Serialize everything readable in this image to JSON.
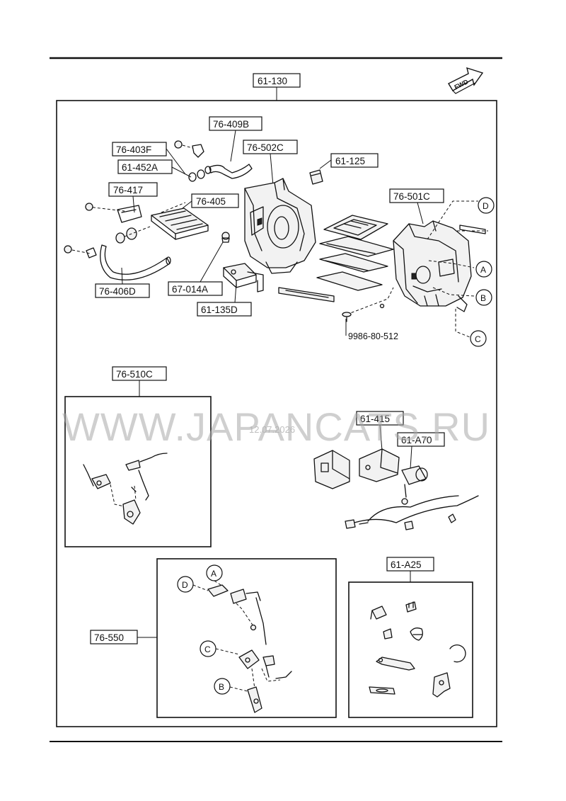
{
  "labels": {
    "main_assembly": "61-130",
    "fwd": "FWD",
    "p76_409B": "76-409B",
    "p76_403F": "76-403F",
    "p76_502C": "76-502C",
    "p61_125": "61-125",
    "p61_452A": "61-452A",
    "p76_417": "76-417",
    "p76_405": "76-405",
    "p76_501C": "76-501C",
    "p67_014A": "67-014A",
    "p61_135D": "61-135D",
    "p76_406D": "76-406D",
    "p9986": "9986-80-512",
    "p76_510C": "76-510C",
    "p61_415": "61-415",
    "p61_A70": "61-A70",
    "p61_A25": "61-A25",
    "p76_550": "76-550"
  },
  "callouts": {
    "A": "A",
    "B": "B",
    "C": "C",
    "D": "D"
  },
  "watermark": {
    "text": "WWW.JAPANCATS.RU",
    "date": "12.07.2026"
  }
}
